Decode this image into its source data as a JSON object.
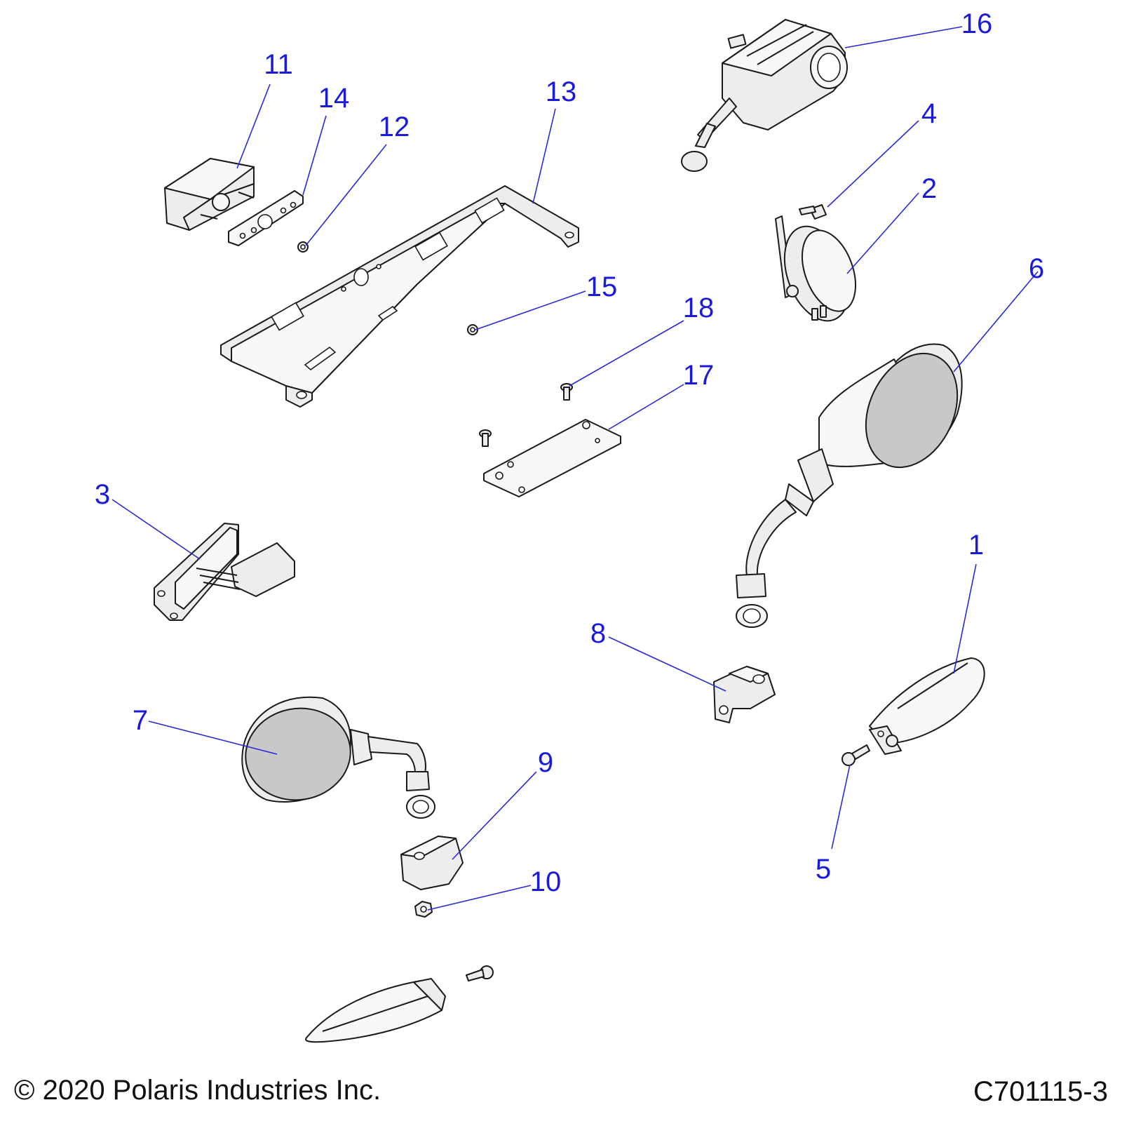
{
  "callouts": [
    {
      "label": "1"
    },
    {
      "label": "2"
    },
    {
      "label": "3"
    },
    {
      "label": "4"
    },
    {
      "label": "5"
    },
    {
      "label": "6"
    },
    {
      "label": "7"
    },
    {
      "label": "8"
    },
    {
      "label": "9"
    },
    {
      "label": "10"
    },
    {
      "label": "11"
    },
    {
      "label": "12"
    },
    {
      "label": "13"
    },
    {
      "label": "14"
    },
    {
      "label": "15"
    },
    {
      "label": "16"
    },
    {
      "label": "17"
    },
    {
      "label": "18"
    }
  ],
  "footer": {
    "copyright": "© 2020 Polaris Industries Inc.",
    "figure_code": "C701115-3"
  },
  "colors": {
    "callout": "#1a1adb",
    "line": "#1a1a1a",
    "fill": "#ededed",
    "lens": "#c8c8c8"
  }
}
